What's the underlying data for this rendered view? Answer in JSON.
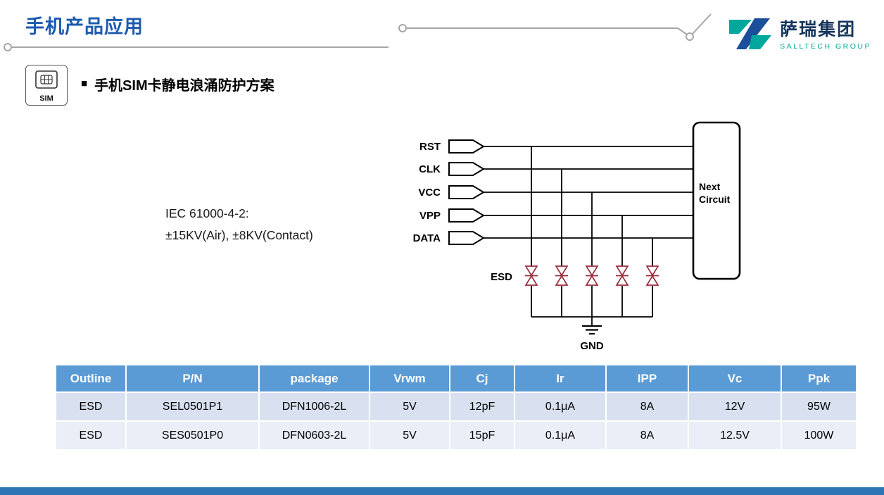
{
  "header": {
    "title": "手机产品应用",
    "logo": {
      "name": "萨瑞集团",
      "subtitle": "SALLTECH GROUP"
    }
  },
  "section": {
    "bullet": "■",
    "heading": "手机SIM卡静电浪涌防护方案",
    "sim_icon_label": "SIM"
  },
  "diagram": {
    "standard_line1": "IEC 61000-4-2:",
    "standard_line2": "±15KV(Air), ±8KV(Contact)",
    "signals": [
      "RST",
      "CLK",
      "VCC",
      "VPP",
      "DATA"
    ],
    "esd_label": "ESD",
    "gnd_label": "GND",
    "next_circuit": {
      "line1": "Next",
      "line2": "Circuit"
    }
  },
  "table": {
    "headers": [
      "Outline",
      "P/N",
      "package",
      "Vrwm",
      "Cj",
      "Ir",
      "IPP",
      "Vc",
      "Ppk"
    ],
    "rows": [
      [
        "ESD",
        "SEL0501P1",
        "DFN1006-2L",
        "5V",
        "12pF",
        "0.1μA",
        "8A",
        "12V",
        "95W"
      ],
      [
        "ESD",
        "SES0501P0",
        "DFN0603-2L",
        "5V",
        "15pF",
        "0.1μA",
        "8A",
        "12.5V",
        "100W"
      ]
    ]
  },
  "colors": {
    "title_blue": "#1C5BB0",
    "table_header_bg": "#5B9BD5",
    "table_row1_bg": "#D9E1F0",
    "table_row2_bg": "#EAEEF7",
    "bottom_bar_blue": "#2E75B6",
    "diode_red": "#9B2C3C",
    "logo_teal": "#00A79D",
    "logo_navy": "#16365C",
    "line_gray": "#A6A6A6"
  }
}
